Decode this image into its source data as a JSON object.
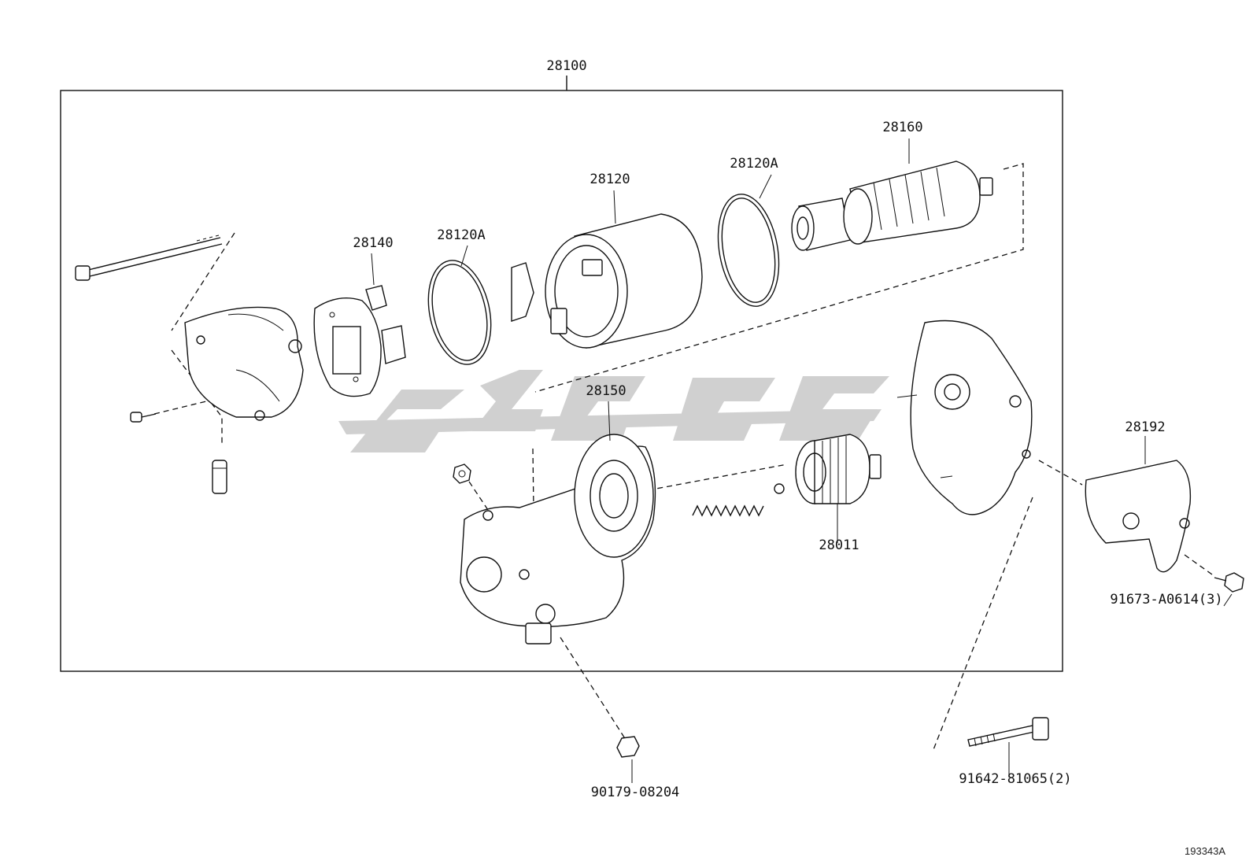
{
  "labels": {
    "assembly": "28100",
    "armature": "28160",
    "oring_a_right": "28120A",
    "field_frame": "28120",
    "oring_a_left": "28120A",
    "brush_holder": "28140",
    "housing": "28150",
    "clutch": "28011",
    "cover": "28192",
    "bolt_cover": "91673-A0614(3)",
    "nut": "90179-08204",
    "bolt": "91642-81065(2)"
  },
  "figure_id": "193343A",
  "colors": {
    "line": "#111111",
    "watermark": "#c8c8c8"
  }
}
